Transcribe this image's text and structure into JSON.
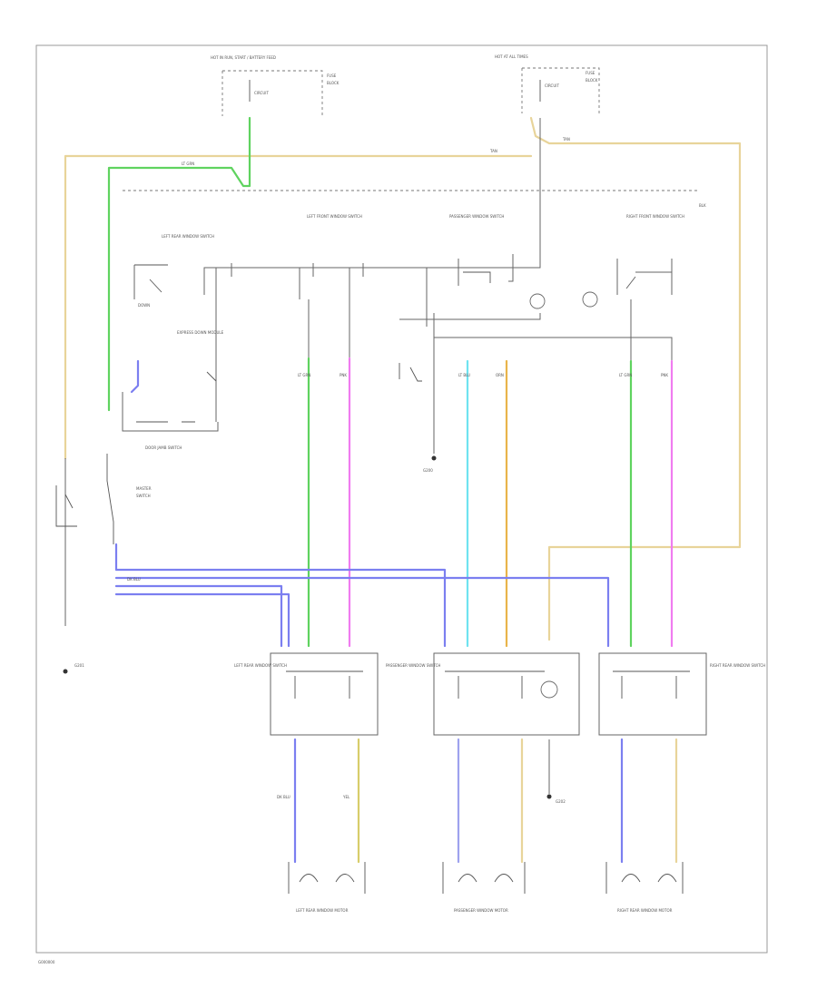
{
  "colors": {
    "green": "#5fd35f",
    "magenta": "#f07cf0",
    "tan": "#e8d49a",
    "blue": "#7b7ff0",
    "cyan": "#6fe3f0",
    "orange": "#e9b44a",
    "yellow": "#d8cd6a",
    "black": "#666666"
  },
  "labels": {
    "top_left_module": "HOT IN RUN, START / BATTERY FEED",
    "top_right_module": "HOT AT ALL TIMES",
    "left_driver_switch": "LEFT REAR WINDOW SWITCH",
    "left_front_switch": "LEFT FRONT WINDOW SWITCH",
    "right_front_switch": "RIGHT FRONT WINDOW SWITCH",
    "passenger_switch": "PASSENGER WINDOW SWITCH",
    "courtesy_switch": "DOOR JAMB SWITCH",
    "express_module": "EXPRESS DOWN MODULE",
    "ground_center": "G200",
    "ground_left": "G201",
    "ground_right": "G202",
    "left_rear_motor": "LEFT REAR WINDOW MOTOR",
    "passenger_motor": "PASSENGER WINDOW MOTOR",
    "right_rear_motor": "RIGHT REAR WINDOW MOTOR",
    "left_rear_master": "LEFT REAR WINDOW SWITCH",
    "passenger_master": "PASSENGER WINDOW SWITCH",
    "right_rear_master": "RIGHT REAR WINDOW SWITCH",
    "corner_tag": "G000000"
  },
  "wire_codes": {
    "green": "LT GRN",
    "magenta": "PNK",
    "tan": "TAN",
    "blue": "DK BLU",
    "cyan": "LT BLU",
    "orange": "ORN",
    "yellow": "YEL",
    "black": "BLK"
  }
}
